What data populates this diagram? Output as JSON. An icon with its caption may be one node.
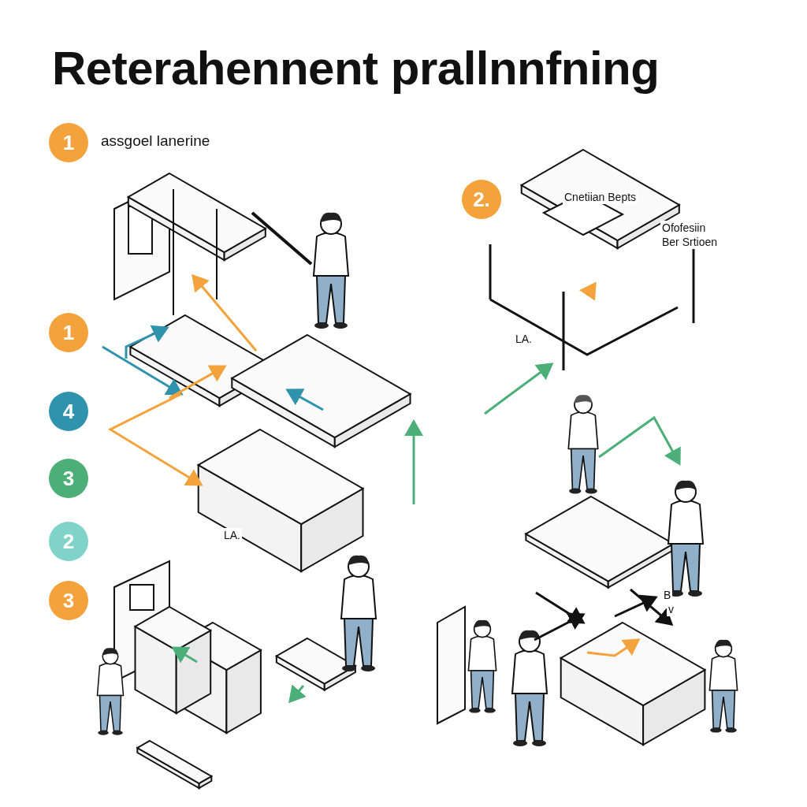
{
  "diagram": {
    "title": "Reterahennent prallnnfning",
    "labels": [
      "1",
      "assgoel lanerine",
      "2.",
      "Cnetiian Bepts",
      "Ofofesiin Ber Srtioen",
      "1",
      "LA.",
      "4",
      "3",
      "LA.",
      "2",
      "B",
      "v",
      "3"
    ]
  }
}
